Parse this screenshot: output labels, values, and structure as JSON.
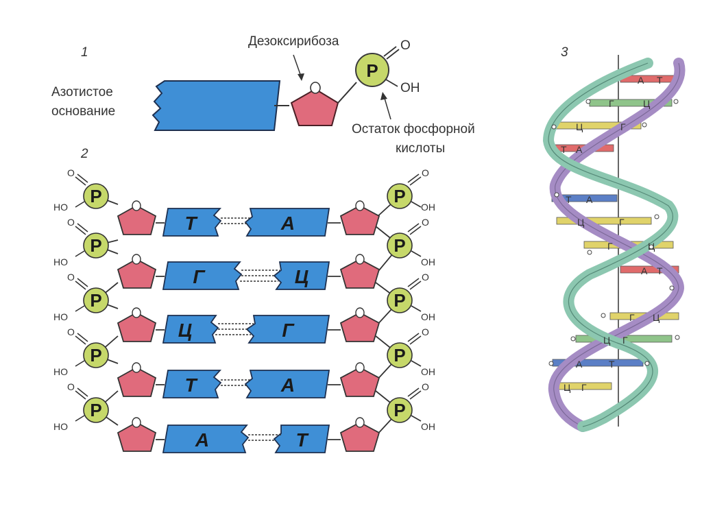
{
  "panel1": {
    "number": "1",
    "base_label_line1": "Азотистое",
    "base_label_line2": "основание",
    "sugar_label": "Дезоксирибоза",
    "phosphate_label_line1": "Остаток фосфорной",
    "phosphate_label_line2": "кислоты",
    "phosphorus": "P",
    "oxygen": "O",
    "hydroxyl": "OH"
  },
  "panel2": {
    "number": "2",
    "phosphorus": "P",
    "oxygen": "O",
    "hydroxyl_left": "HO",
    "hydroxyl_right": "OH",
    "pairs": [
      {
        "left": "Т",
        "right": "А"
      },
      {
        "left": "Г",
        "right": "Ц"
      },
      {
        "left": "Ц",
        "right": "Г"
      },
      {
        "left": "Т",
        "right": "А"
      },
      {
        "left": "А",
        "right": "Т"
      }
    ]
  },
  "panel3": {
    "number": "3",
    "rungs": [
      {
        "left": "А",
        "right": "Т"
      },
      {
        "left": "Г",
        "right": "Ц"
      },
      {
        "left": "Ц",
        "right": "Г"
      },
      {
        "left": "Т",
        "right": "А"
      },
      {
        "left": "Т",
        "right": "А"
      },
      {
        "left": "Ц",
        "right": "Г"
      },
      {
        "left": "Г",
        "right": "Ц"
      },
      {
        "left": "А",
        "right": "Т"
      },
      {
        "left": "Г",
        "right": "Ц"
      },
      {
        "left": "Ц",
        "right": "Г"
      },
      {
        "left": "А",
        "right": "Т"
      },
      {
        "left": "Ц",
        "right": "Г"
      }
    ]
  },
  "colors": {
    "base": "#3f8fd6",
    "sugar": "#e06b7c",
    "phosphate": "#c6d86a",
    "helix_strand_a": "#8cc7b0",
    "helix_strand_b": "#a58cc4",
    "rung_red": "#e06b6b",
    "rung_yellow": "#e0d36a",
    "rung_green": "#8fc48a",
    "rung_blue": "#5b7fc6"
  }
}
